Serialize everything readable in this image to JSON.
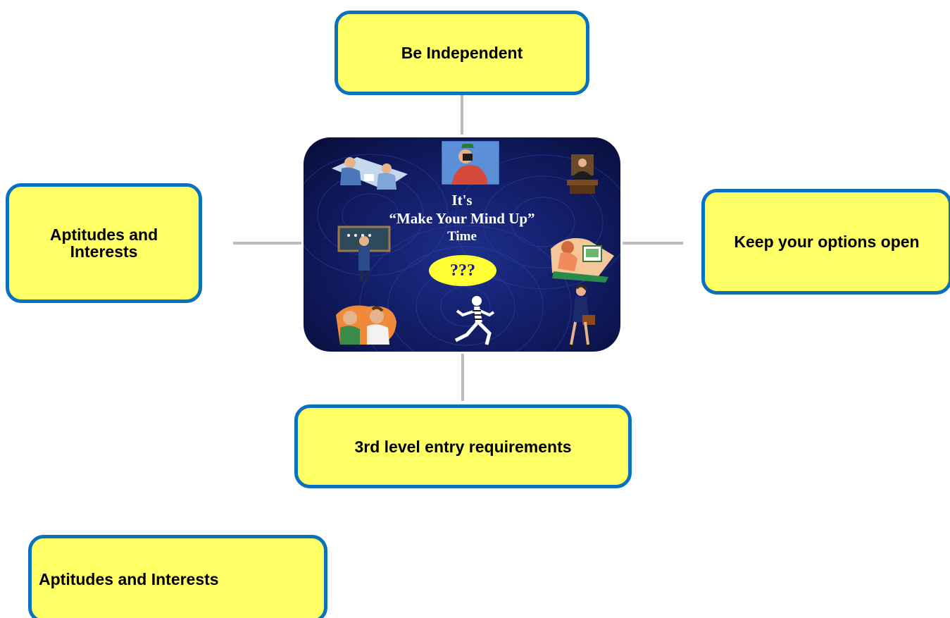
{
  "colors": {
    "node_fill": "#ffff66",
    "node_border": "#0a70c0",
    "connector": "#bcbcbc",
    "center_bg": "#14206e",
    "bubble": "#ffff33"
  },
  "nodes": {
    "top": "Be Independent",
    "left": "Aptitudes and Interests",
    "right": "Keep your options open",
    "bottom": "3rd level entry requirements",
    "extra": "Aptitudes and Interests"
  },
  "center": {
    "line1": "It's",
    "line2": "“Make Your Mind Up”",
    "line3": "Time",
    "bubble": "???"
  },
  "icons": [
    "meeting-clipart-icon",
    "photographer-clipart-icon",
    "judge-clipart-icon",
    "teacher-clipart-icon",
    "office-worker-clipart-icon",
    "conversation-clipart-icon",
    "runner-clipart-icon",
    "businesswoman-clipart-icon"
  ]
}
